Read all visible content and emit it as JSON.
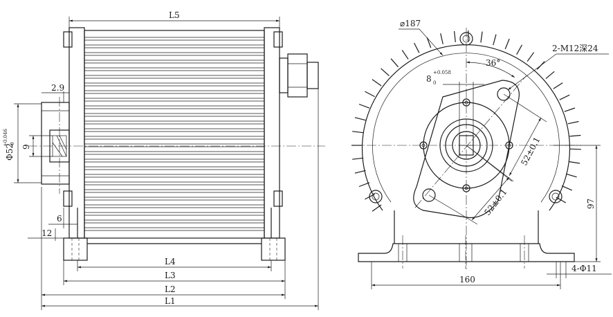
{
  "side_view": {
    "dim_L5": "L5",
    "dim_2_9": "2.9",
    "dim_phi52": "Φ52",
    "phi52_tol_upper": "+0.046",
    "phi52_tol_lower": "0",
    "dim_9": "9",
    "dim_6": "6",
    "dim_12": "12",
    "dim_L4": "L4",
    "dim_L3": "L3",
    "dim_L2": "L2",
    "dim_L1": "L1"
  },
  "front_view": {
    "dim_dia187": "⌀187",
    "dim_36deg": "36°",
    "callout_tapped": "2-M12深24",
    "dim_8": "8",
    "dim_8_tol_upper": "+0.058",
    "dim_8_tol_lower": "0",
    "dim_52_a": "52±0.1",
    "dim_52_b": "52±0.1",
    "dim_97": "97",
    "dim_160": "160",
    "callout_holes": "4-Φ11"
  }
}
